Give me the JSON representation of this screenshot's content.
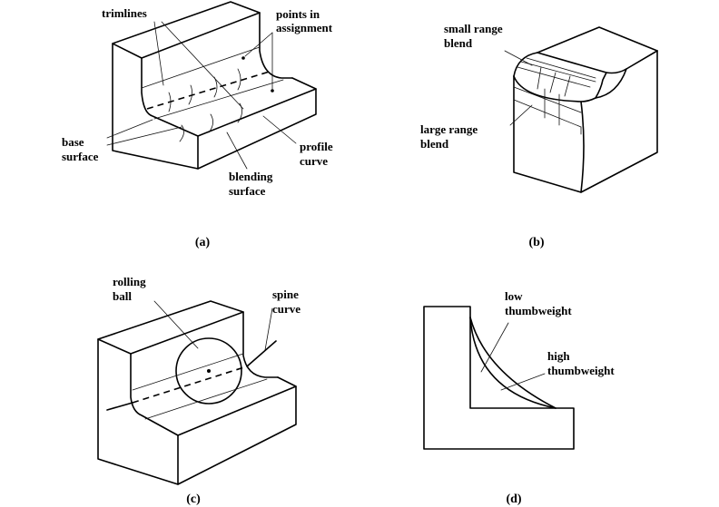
{
  "panels": {
    "a": {
      "caption": "(a)",
      "labels": {
        "trimlines": "trimlines",
        "points_line1": "points in",
        "points_line2": "assignment",
        "base_line1": "base",
        "base_line2": "surface",
        "profile_line1": "profile",
        "profile_line2": "curve",
        "blending_line1": "blending",
        "blending_line2": "surface"
      }
    },
    "b": {
      "caption": "(b)",
      "labels": {
        "small_line1": "small range",
        "small_line2": "blend",
        "large_line1": "large range",
        "large_line2": "blend"
      }
    },
    "c": {
      "caption": "(c)",
      "labels": {
        "rolling_line1": "rolling",
        "rolling_line2": "ball",
        "spine_line1": "spine",
        "spine_line2": "curve"
      }
    },
    "d": {
      "caption": "(d)",
      "labels": {
        "low_line1": "low",
        "low_line2": "thumbweight",
        "high_line1": "high",
        "high_line2": "thumbweight"
      }
    }
  }
}
